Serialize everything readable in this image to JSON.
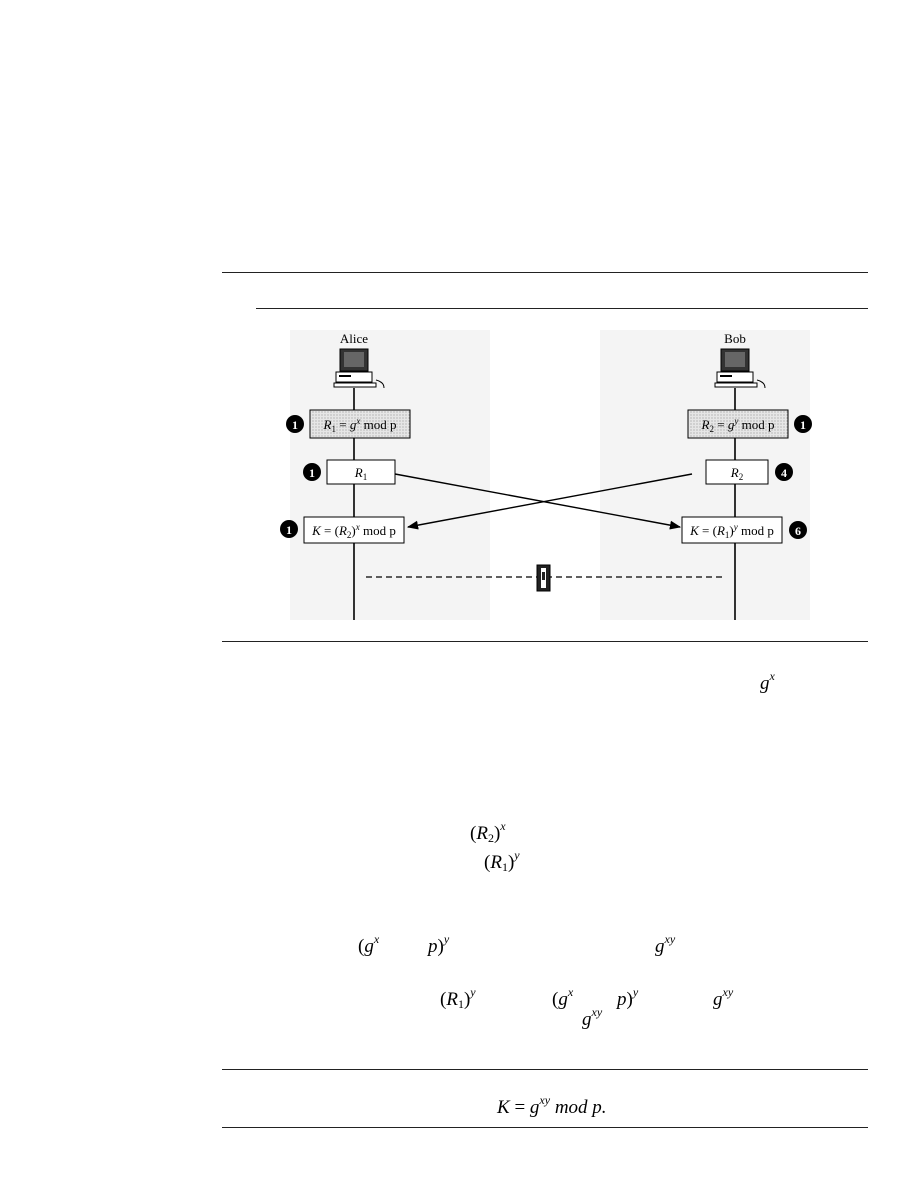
{
  "diagram": {
    "alice_label": "Alice",
    "bob_label": "Bob",
    "step_numbers": {
      "alice_compute": "1",
      "alice_send": "1",
      "alice_key": "1",
      "bob_compute": "1",
      "bob_send": "4",
      "bob_key": "6"
    },
    "boxes": {
      "alice_r1_formula_lhs": "R",
      "alice_r1_formula_sub": "1",
      "alice_r1_formula_exp": "x",
      "alice_r1_formula_rest": "mod p",
      "bob_r2_formula_lhs": "R",
      "bob_r2_formula_sub": "2",
      "bob_r2_formula_exp": "y",
      "bob_r2_formula_rest": "mod p",
      "alice_r1_msg": "R",
      "alice_r1_msg_sub": "1",
      "bob_r2_msg": "R",
      "bob_r2_msg_sub": "2",
      "alice_key_lhs": "K",
      "alice_key_base_sub": "2",
      "alice_key_exp": "x",
      "alice_key_rest": "mod p",
      "bob_key_lhs": "K",
      "bob_key_base_sub": "1",
      "bob_key_exp": "y",
      "bob_key_rest": "mod p"
    }
  },
  "fragments": {
    "gx": {
      "base": "g",
      "exp": "x"
    },
    "r2x": {
      "base": "R",
      "sub": "2",
      "exp": "x"
    },
    "r1y": {
      "base": "R",
      "sub": "1",
      "exp": "y"
    },
    "gx_paren_open": {
      "base": "g",
      "exp": "x"
    },
    "p_close_y": {
      "base": "p",
      "exp": "y"
    },
    "gxy_1": {
      "base": "g",
      "exp": "xy"
    },
    "r1y_2": {
      "base": "R",
      "sub": "1",
      "exp": "y"
    },
    "gx_2": {
      "base": "g",
      "exp": "x"
    },
    "p_close_y_2": {
      "base": "p",
      "exp": "y"
    },
    "gxy_2": {
      "base": "g",
      "exp": "xy"
    },
    "gxy_3": {
      "base": "g",
      "exp": "xy"
    }
  },
  "final_equation": {
    "lhs": "K",
    "base": "g",
    "exp": "xy",
    "rest": "mod p."
  }
}
